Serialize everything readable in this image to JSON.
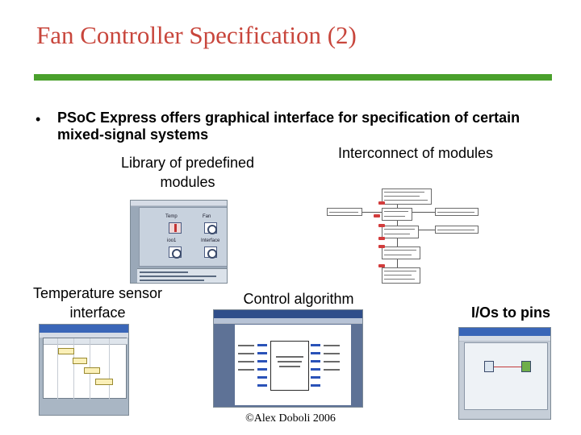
{
  "slide": {
    "title": "Fan Controller Specification (2)",
    "bullet": "PSoC Express offers graphical interface for specification of certain mixed-signal systems",
    "footer": "©Alex Doboli 2006"
  },
  "labels": {
    "library": "Library of predefined modules",
    "interconnect": "Interconnect of modules",
    "temperature": "Temperature sensor interface",
    "control": "Control algorithm",
    "ios": "I/Os to pins"
  },
  "colors": {
    "title": "#c8463c",
    "rule": "#4aa02c"
  },
  "thumbnails": {
    "library": {
      "tile_captions": [
        "Temp",
        "Fan",
        "ioo1",
        "Interface"
      ]
    }
  }
}
